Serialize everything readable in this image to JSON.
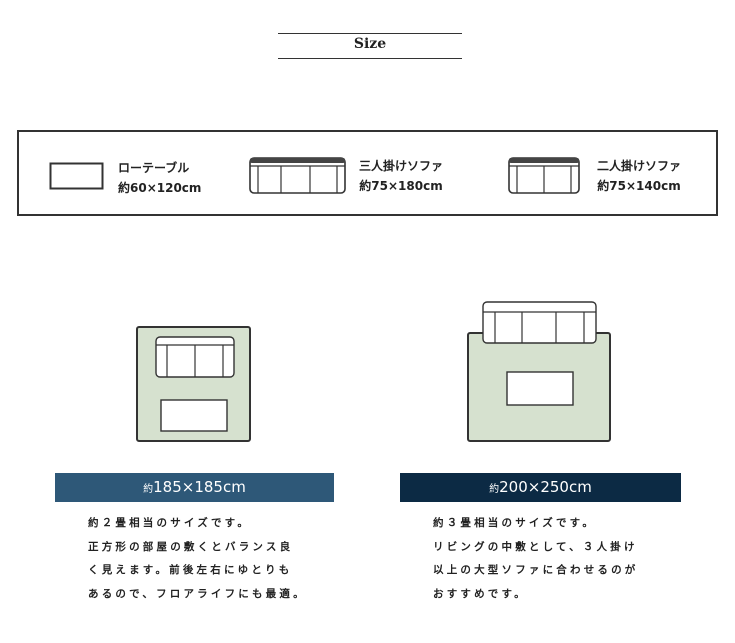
{
  "header": {
    "title": "Size"
  },
  "legend": {
    "items": [
      {
        "icon": "low-table-icon",
        "name": "ローテーブル",
        "size": "約60×120cm"
      },
      {
        "icon": "three-seat-sofa-icon",
        "name": "三人掛けソファ",
        "size": "約75×180cm"
      },
      {
        "icon": "two-seat-sofa-icon",
        "name": "二人掛けソファ",
        "size": "約75×140cm"
      }
    ]
  },
  "options": [
    {
      "prefix": "約",
      "size": "185×185cm",
      "banner_color": "#2e5878",
      "description": [
        "約２畳相当のサイズです。",
        "正方形の部屋の敷くとバランス良",
        "く見えます。前後左右にゆとりも",
        "あるので、フロアライフにも最適。"
      ]
    },
    {
      "prefix": "約",
      "size": "200×250cm",
      "banner_color": "#0c2a44",
      "description": [
        "約３畳相当のサイズです。",
        "リビングの中敷として、３人掛け",
        "以上の大型ソファに合わせるのが",
        "おすすめです。"
      ]
    }
  ],
  "colors": {
    "rug": "#d6e1cf",
    "outline": "#333333"
  }
}
